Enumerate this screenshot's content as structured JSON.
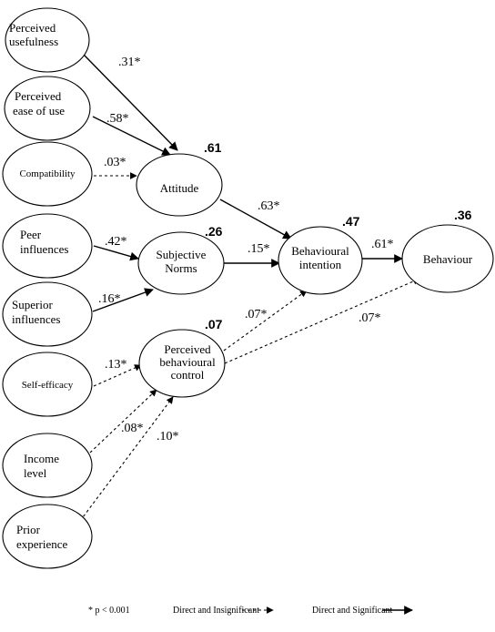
{
  "nodes": {
    "perceived_usefulness": {
      "lines": [
        "Perceived",
        "usefulness"
      ]
    },
    "perceived_ease_of_use": {
      "lines": [
        "Perceived",
        "ease of use"
      ]
    },
    "compatibility": {
      "lines": [
        "Compatibility"
      ]
    },
    "peer_influences": {
      "lines": [
        "Peer",
        "influences"
      ]
    },
    "superior_influences": {
      "lines": [
        "Superior",
        "influences"
      ]
    },
    "self_efficacy": {
      "lines": [
        "Self-efficacy"
      ]
    },
    "income_level": {
      "lines": [
        "Income",
        "level"
      ]
    },
    "prior_experience": {
      "lines": [
        "Prior",
        "experience"
      ]
    },
    "attitude": {
      "lines": [
        "Attitude"
      ],
      "r2": ".61"
    },
    "subjective_norms": {
      "lines": [
        "Subjective",
        "Norms"
      ],
      "r2": ".26"
    },
    "perceived_behavioural_control": {
      "lines": [
        "Perceived",
        "behavioural",
        "control"
      ],
      "r2": ".07"
    },
    "behavioural_intention": {
      "lines": [
        "Behavioural",
        "intention"
      ],
      "r2": ".47"
    },
    "behaviour": {
      "lines": [
        "Behaviour"
      ],
      "r2": ".36"
    }
  },
  "paths": {
    "pu_att": {
      "coef": ".31*",
      "style": "solid"
    },
    "peou_att": {
      "coef": ".58*",
      "style": "solid"
    },
    "comp_att": {
      "coef": ".03*",
      "style": "dashed"
    },
    "peer_sn": {
      "coef": ".42*",
      "style": "solid"
    },
    "sup_sn": {
      "coef": ".16*",
      "style": "solid"
    },
    "se_pbc": {
      "coef": ".13*",
      "style": "dashed"
    },
    "inc_pbc": {
      "coef": ".08*",
      "style": "dashed"
    },
    "pe_pbc": {
      "coef": ".10*",
      "style": "dashed"
    },
    "att_bi": {
      "coef": ".63*",
      "style": "solid"
    },
    "sn_bi": {
      "coef": ".15*",
      "style": "solid"
    },
    "pbc_bi": {
      "coef": ".07*",
      "style": "dashed"
    },
    "pbc_beh": {
      "coef": ".07*",
      "style": "dashed"
    },
    "bi_beh": {
      "coef": ".61*",
      "style": "solid"
    }
  },
  "legend": {
    "significance_note": "* p < 0.001",
    "dashed_label": "Direct and Insignificant",
    "solid_label": "Direct and Significant"
  }
}
